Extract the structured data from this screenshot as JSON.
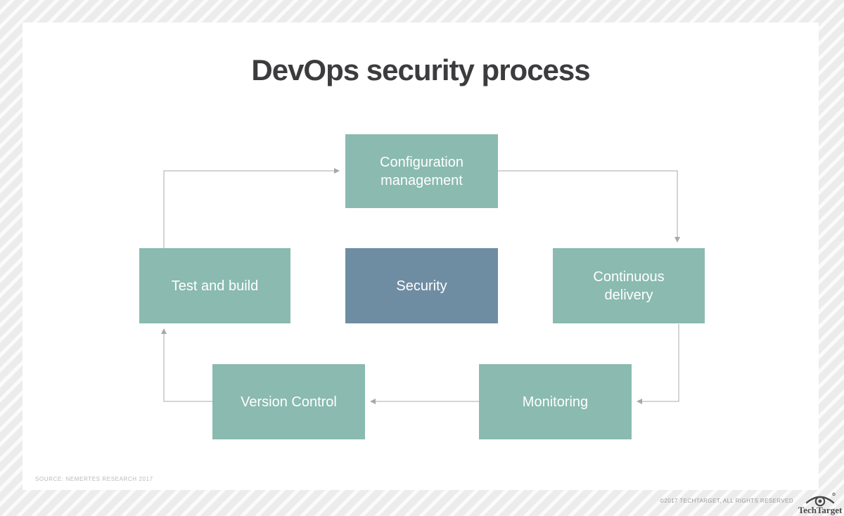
{
  "title": "DevOps security process",
  "diagram": {
    "boxes": [
      {
        "id": "configuration-management",
        "label": "Configuration management",
        "variant": "teal"
      },
      {
        "id": "test-and-build",
        "label": "Test and build",
        "variant": "teal"
      },
      {
        "id": "security",
        "label": "Security",
        "variant": "slate"
      },
      {
        "id": "continuous-delivery",
        "label": "Continuous delivery",
        "variant": "teal"
      },
      {
        "id": "version-control",
        "label": "Version Control",
        "variant": "teal"
      },
      {
        "id": "monitoring",
        "label": "Monitoring",
        "variant": "teal"
      }
    ],
    "edges": [
      {
        "from": "test-and-build",
        "to": "configuration-management"
      },
      {
        "from": "configuration-management",
        "to": "continuous-delivery"
      },
      {
        "from": "continuous-delivery",
        "to": "monitoring"
      },
      {
        "from": "monitoring",
        "to": "version-control"
      },
      {
        "from": "version-control",
        "to": "test-and-build"
      }
    ]
  },
  "source_note": "SOURCE: NEMERTES RESEARCH 2017",
  "footer": {
    "copyright": "©2017 TECHTARGET, ALL RIGHTS RESERVED",
    "brand": "TechTarget"
  },
  "colors": {
    "box_teal": "#8abab0",
    "box_slate": "#6f8da2",
    "arrow": "#a8a8a8",
    "title": "#3c3c3e",
    "box_text": "#ffffff"
  }
}
